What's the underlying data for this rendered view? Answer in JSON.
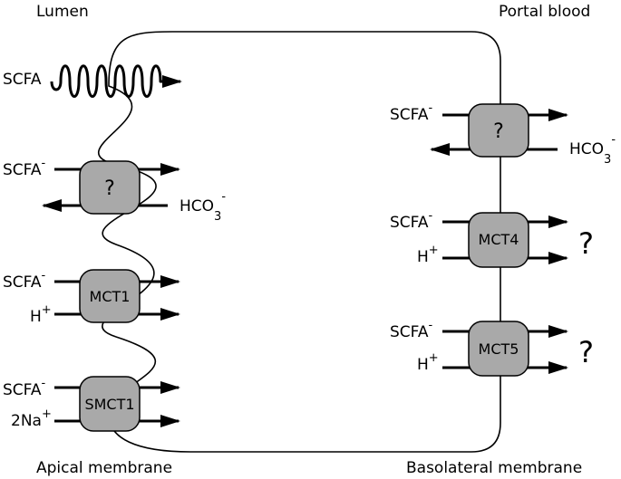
{
  "regions": {
    "lumen": "Lumen",
    "portal_blood": "Portal blood",
    "apical_membrane": "Apical membrane",
    "basolateral_membrane": "Basolateral membrane"
  },
  "diffusion": {
    "label": "SCFA"
  },
  "apical_transporters": [
    {
      "name": "?",
      "top_label": "SCFA",
      "top_sup": "-",
      "bottom_label": "HCO",
      "bottom_sub": "3",
      "bottom_sup": "-"
    },
    {
      "name": "MCT1",
      "top_label": "SCFA",
      "top_sup": "-",
      "bottom_label": "H",
      "bottom_sup": "+"
    },
    {
      "name": "SMCT1",
      "top_label": "SCFA",
      "top_sup": "-",
      "bottom_label": "2Na",
      "bottom_sup": "+"
    }
  ],
  "basolateral_transporters": [
    {
      "name": "?",
      "top_label": "SCFA",
      "top_sup": "-",
      "bottom_label": "HCO",
      "bottom_sub": "3",
      "bottom_sup": "-"
    },
    {
      "name": "MCT4",
      "top_label": "SCFA",
      "top_sup": "-",
      "bottom_label": "H",
      "bottom_sup": "+",
      "unknown_mark": "?"
    },
    {
      "name": "MCT5",
      "top_label": "SCFA",
      "top_sup": "-",
      "bottom_label": "H",
      "bottom_sup": "+",
      "unknown_mark": "?"
    }
  ],
  "colors": {
    "transporter_fill": "#a9a9a9",
    "line": "#000000",
    "background": "#ffffff"
  }
}
